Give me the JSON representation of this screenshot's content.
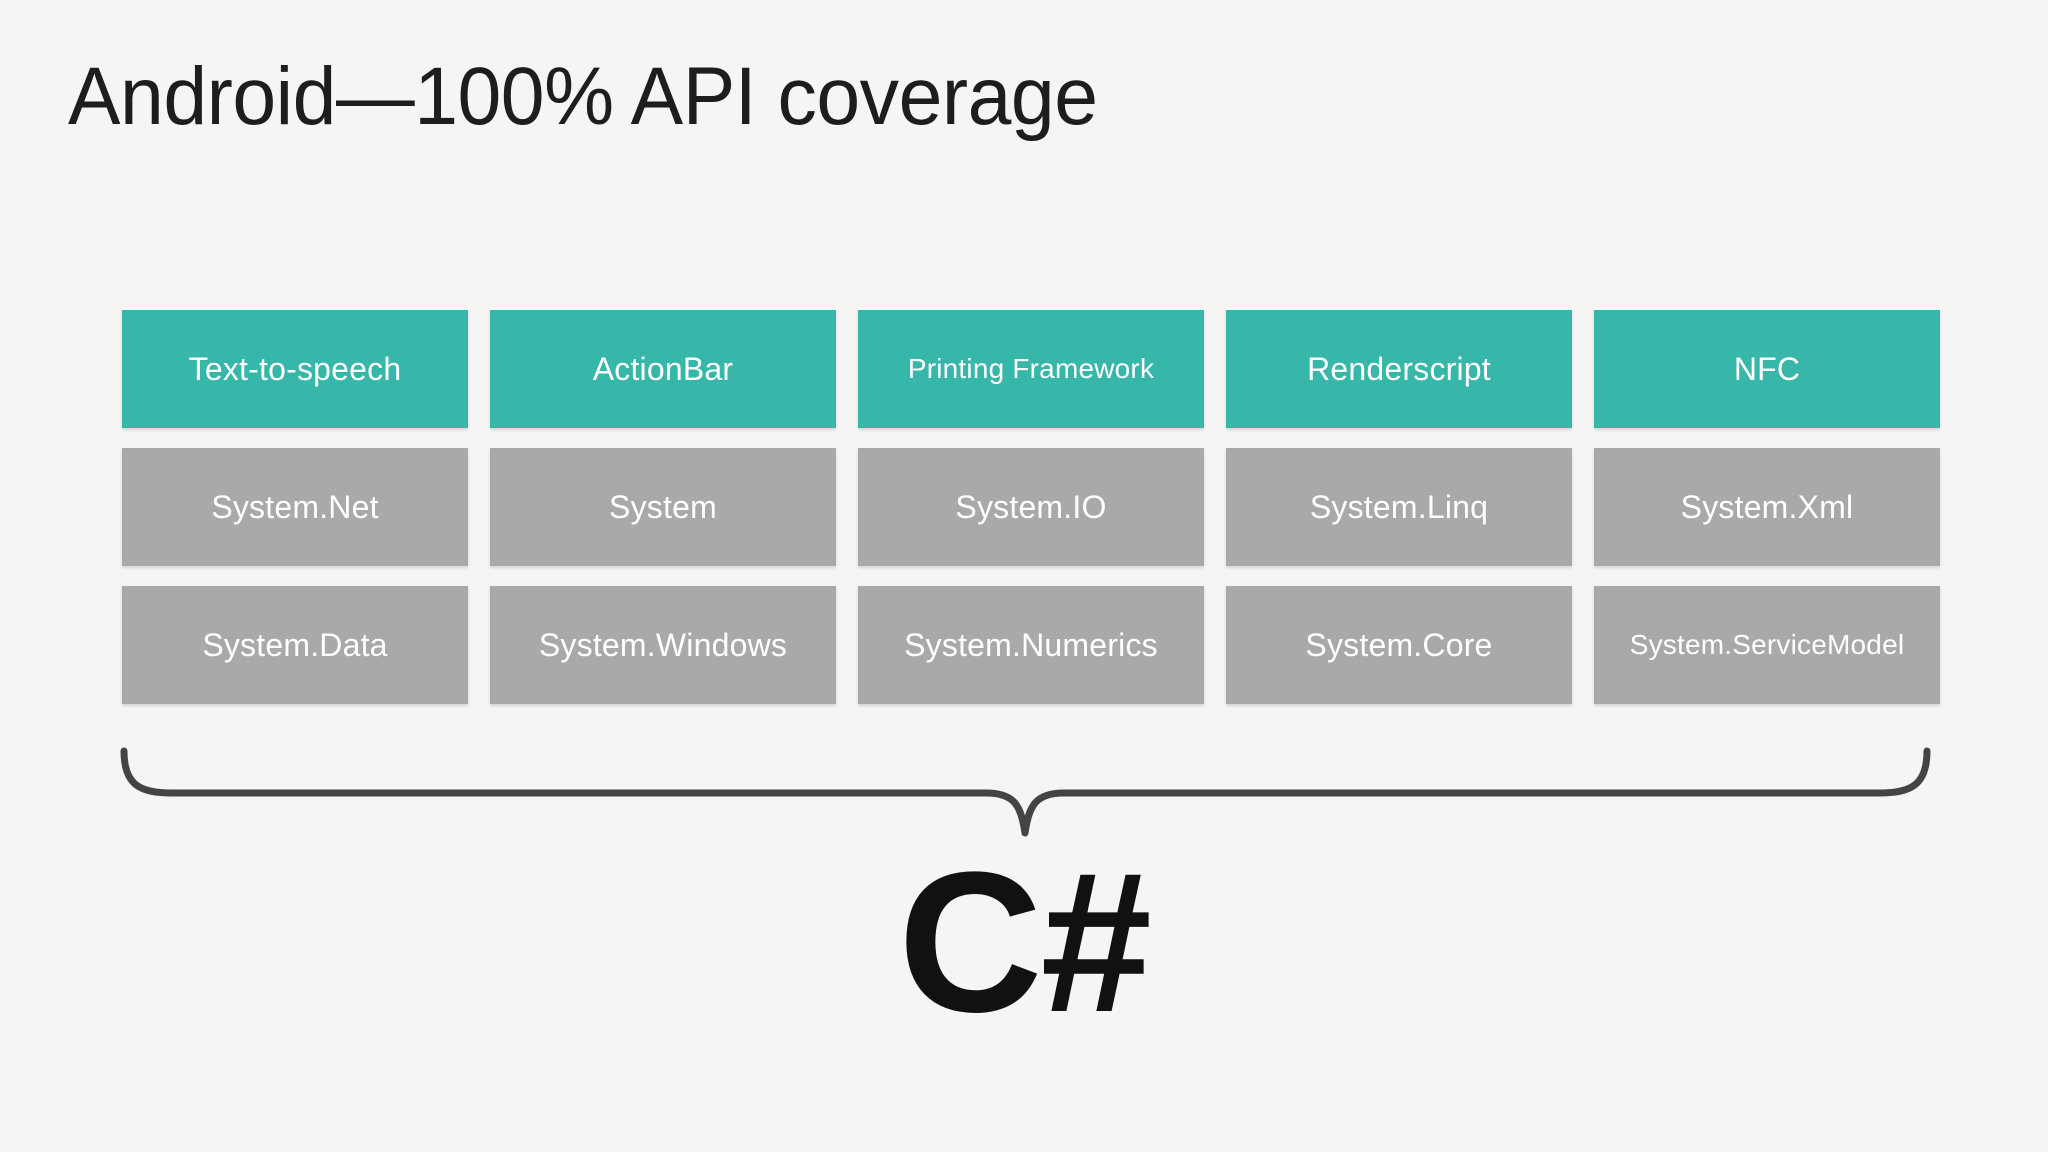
{
  "slide": {
    "title": "Android—100% API coverage",
    "background_color": "#f5f5f3",
    "accent_color": "#37b6aa",
    "neutral_color": "#a9a9a9",
    "text_color": "#1d1d1d"
  },
  "grid": {
    "rows": [
      {
        "kind": "android-apis",
        "color": "#37b6aa",
        "cells": [
          {
            "label": "Text-to-speech"
          },
          {
            "label": "ActionBar"
          },
          {
            "label": "Printing Framework"
          },
          {
            "label": "Renderscript"
          },
          {
            "label": "NFC"
          }
        ]
      },
      {
        "kind": "dotnet-namespaces",
        "color": "#a9a9a9",
        "cells": [
          {
            "label": "System.Net"
          },
          {
            "label": "System"
          },
          {
            "label": "System.IO"
          },
          {
            "label": "System.Linq"
          },
          {
            "label": "System.Xml"
          }
        ]
      },
      {
        "kind": "dotnet-namespaces",
        "color": "#a9a9a9",
        "cells": [
          {
            "label": "System.Data"
          },
          {
            "label": "System.Windows"
          },
          {
            "label": "System.Numerics"
          },
          {
            "label": "System.Core"
          },
          {
            "label": "System.ServiceModel"
          }
        ]
      }
    ]
  },
  "brace": {
    "name": "curly-brace-down"
  },
  "footer": {
    "logo": "C#"
  }
}
